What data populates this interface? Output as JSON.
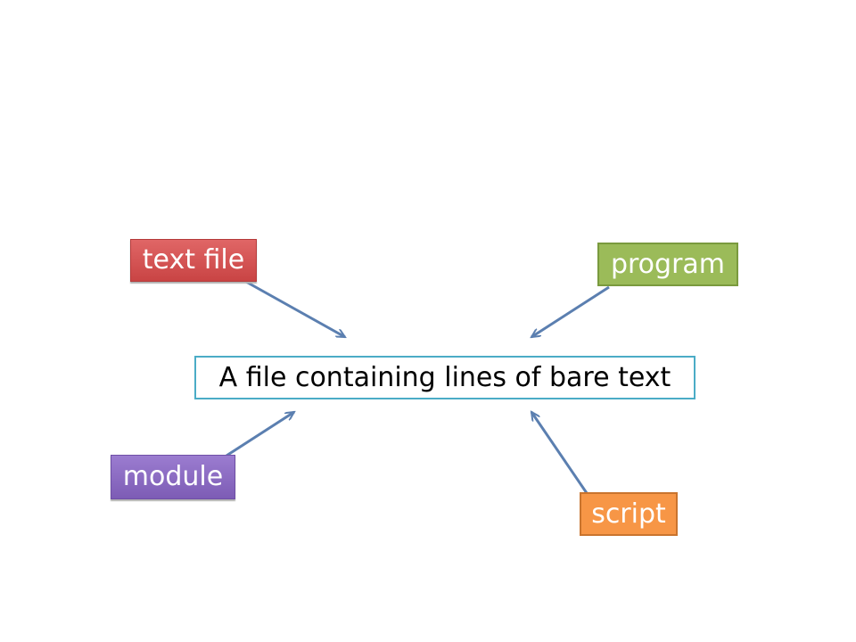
{
  "diagram": {
    "central_box": {
      "text": "A file containing lines of bare text",
      "border_color": "#4bacc6"
    },
    "labels": [
      {
        "id": "text-file",
        "text": "text file",
        "color": "#d9534f"
      },
      {
        "id": "program",
        "text": "program",
        "color": "#9bbb59"
      },
      {
        "id": "module",
        "text": "module",
        "color": "#8064a2"
      },
      {
        "id": "script",
        "text": "script",
        "color": "#f79646"
      }
    ],
    "arrow_color": "#5b7fb0"
  }
}
